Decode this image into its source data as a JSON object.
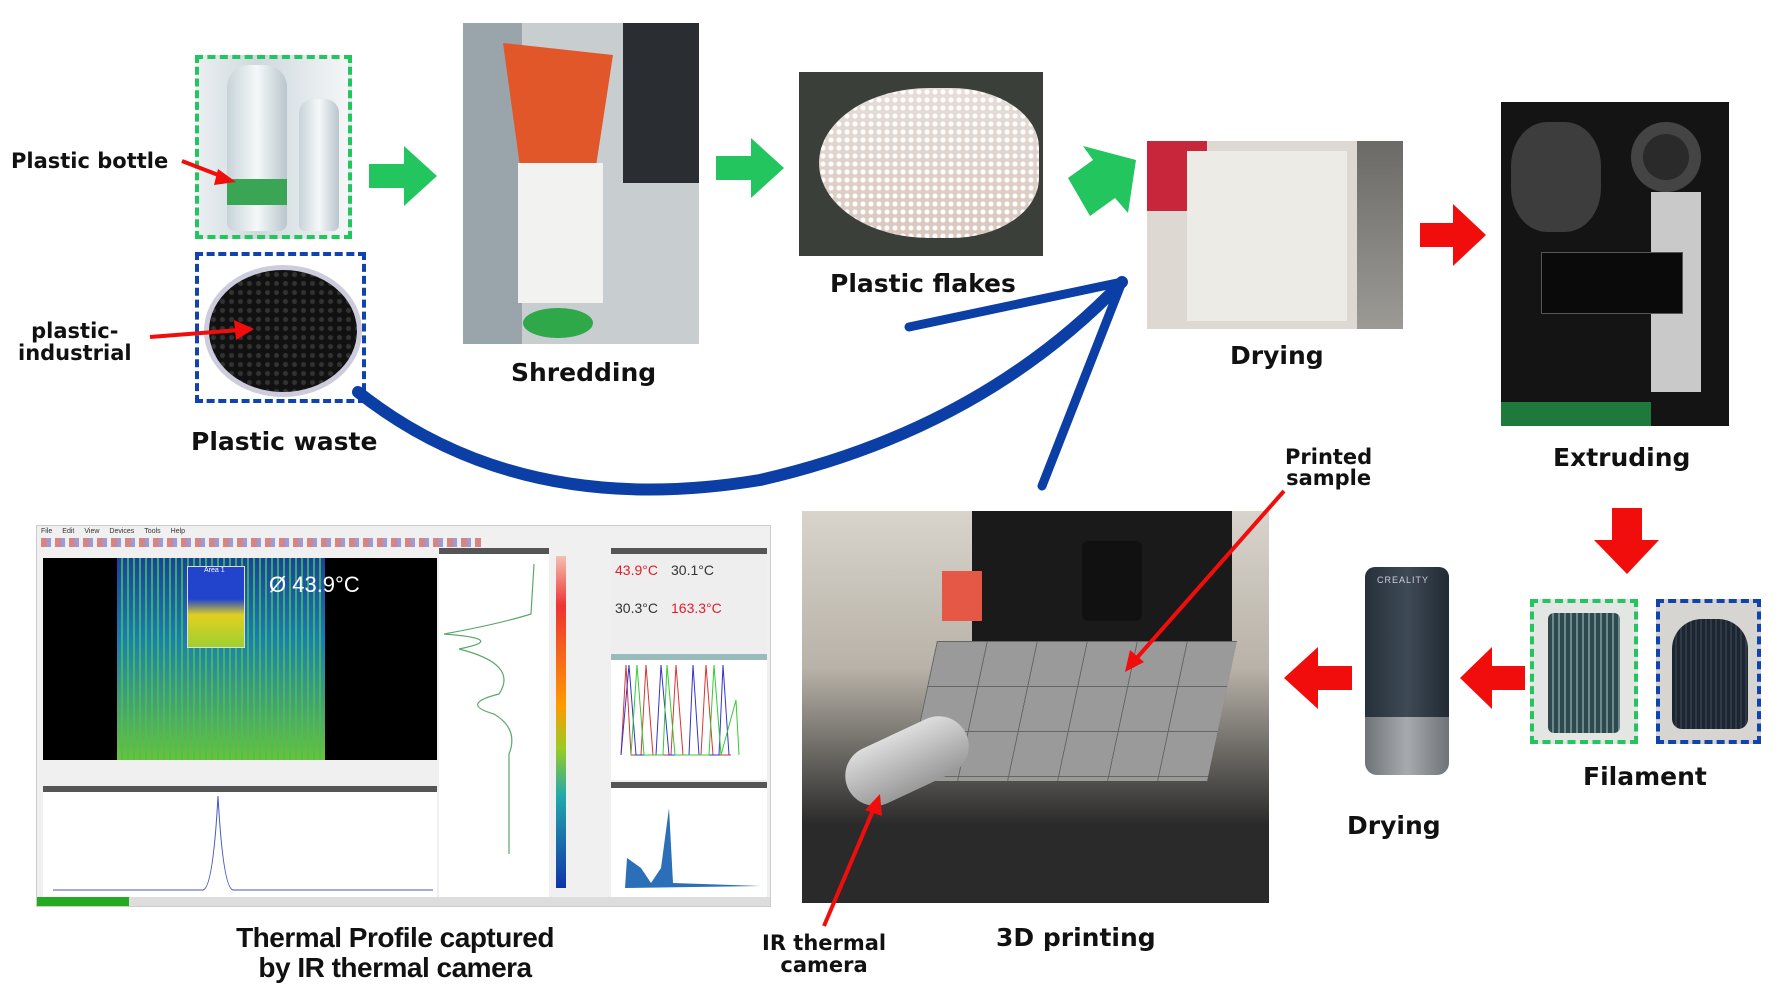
{
  "labels": {
    "plastic_bottle": "Plastic bottle",
    "plastic_industrial": "plastic-\nindustrial",
    "plastic_waste": "Plastic waste",
    "shredding": "Shredding",
    "plastic_flakes": "Plastic flakes",
    "drying_1": "Drying",
    "extruding": "Extruding",
    "filament": "Filament",
    "drying_2": "Drying",
    "printed_sample": "Printed\nsample",
    "printing": "3D printing",
    "ir_camera": "IR thermal\ncamera",
    "thermal_profile": "Thermal Profile captured\nby IR thermal camera"
  },
  "thermal_screen": {
    "menu": [
      "File",
      "Edit",
      "View",
      "Devices",
      "Tools",
      "Help"
    ],
    "area_label": "Area 1",
    "average_temp": "Ø 43.9°C",
    "readings": [
      "43.9°C",
      "30.1°C",
      "30.3°C",
      "163.3°C"
    ],
    "dryer_brand": "CREALITY"
  },
  "colors": {
    "green_arrow": "#22c55e",
    "red_arrow": "#f20d0d",
    "blue_arrow": "#0b3fa6",
    "reading_hot": "#e11d2a"
  }
}
